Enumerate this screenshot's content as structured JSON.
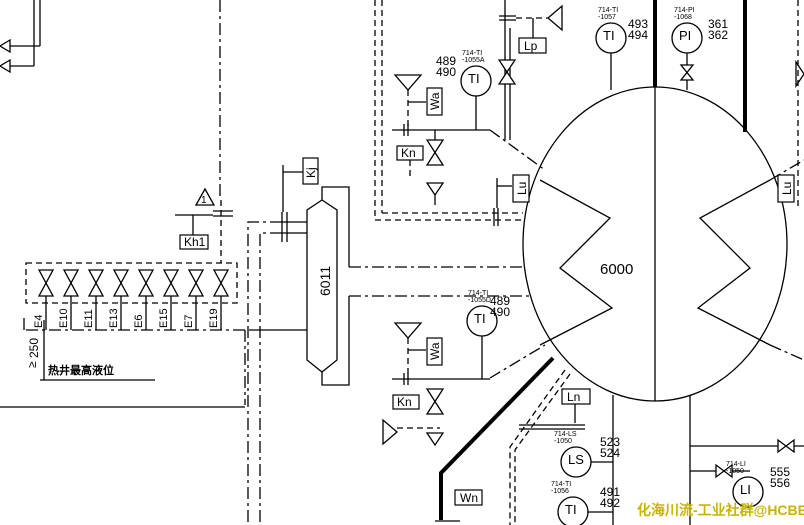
{
  "drawing": {
    "vessel_main": "6000",
    "vessel_small": "6011",
    "hotwell_note": "热井最高液位",
    "dimension": "250",
    "dimension_prefix": "≥",
    "revision_mark": "1",
    "drain_valves": [
      "E4",
      "E10",
      "E11",
      "E13",
      "E6",
      "E15",
      "E7",
      "E19"
    ],
    "boxes": {
      "lp": "Lp",
      "wa_top": "Wa",
      "kn_top": "Kn",
      "kj": "Kj",
      "lu_left": "Lu",
      "lu_right": "Lu",
      "kh1": "Kh1",
      "wa_bottom": "Wa",
      "kn_bottom": "Kn",
      "ln": "Ln",
      "wn": "Wn"
    },
    "instruments": [
      {
        "tag1": "714-TI",
        "tag2": "-1055A",
        "symbol": "TI",
        "n1": "489",
        "n2": "490"
      },
      {
        "tag1": "714-TI",
        "tag2": "-1057",
        "symbol": "TI",
        "n1": "493",
        "n2": "494"
      },
      {
        "tag1": "714-PI",
        "tag2": "-1068",
        "symbol": "PI",
        "n1": "361",
        "n2": "362"
      },
      {
        "tag1": "714-TI",
        "tag2": "-1055D",
        "symbol": "TI",
        "n1": "489",
        "n2": "490"
      },
      {
        "tag1": "714-LS",
        "tag2": "-1050",
        "symbol": "LS",
        "n1": "523",
        "n2": "524"
      },
      {
        "tag1": "714-TI",
        "tag2": "-1056",
        "symbol": "TI",
        "n1": "491",
        "n2": "492"
      },
      {
        "tag1": "714-LI",
        "tag2": "-1050",
        "symbol": "LI",
        "n1": "555",
        "n2": "556"
      }
    ],
    "watermark": "化海川流-工业社群@HCBBS"
  }
}
